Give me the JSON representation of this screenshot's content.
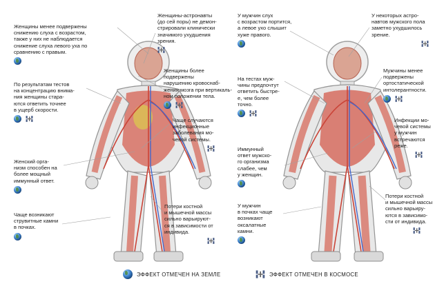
{
  "female_notes": {
    "hearing": "Женщины менее подвержены\nснижению слуха с возрастом,\nтакже у них не наблюдается\nснижение слуха левого уха по\nсравнению с правым.",
    "vision": "Женщины-астронавты\n(до сей поры) не демон-\nстрировали клинически\nзначимого ухудшения\nзрения.",
    "attention": "По результатам тестов\nна концентрацию внима-\nния женщины стара-\nются ответить точнее\nв ущерб скорости.",
    "blood_flow": "Женщины более подвержены\nнарушению кровоснаб-\nжения мозга при вертикаль-\nном положении тела.",
    "urinary": "Чаще случаются\nинфекционные\nзаболевания мо-\nчевой системы.",
    "immune": "Женский орга-\nнизм способен на\nболее мощный\nиммунный ответ.",
    "stones": "Чаще возникают\nструвитные камни\nв почках.",
    "bone": "Потери костной\nи мышечной массы\nсильно варьируют-\nся в зависимости от\nиндивида."
  },
  "male_notes": {
    "hearing": "У мужчин слух\nс возрастом портится,\nа левое ухо слышит\nхуже правого.",
    "vision": "У некоторых астро-\nнавтов мужского пола\nзаметно ухудшилось\nзрение.",
    "tests": "На тестах муж-\nчины предпочтут\nответить быстре-\nе, чем более\nточно.",
    "orthostatic": "Мужчины менее\nподвержены\nортостатической\nинтолерантности.",
    "infections": "Инфекции мо-\nчевой системы\nу мужчин\nвстречаются\nреже.",
    "immune": "Иммунный\nответ мужско-\nго организма\nслабее, чем\nу женщин.",
    "stones": "У мужчин\nв почках чаще\nвозникают\nоксалатные\nкамни.",
    "bone": "Потери костной\nи мышечной массы\nсильно варьиру-\nются в зависимо-\nсти от индивида."
  },
  "legend": {
    "earth": "ЭФФЕКТ ОТМЕЧЕН НА ЗЕМЛЕ",
    "space": "ЭФФЕКТ ОТМЕЧЕН В КОСМОСЕ"
  },
  "icons": {
    "earth": "earth-globe-icon",
    "space": "space-station-icon"
  },
  "colors": {
    "suit": "#d9d9d9",
    "muscle": "#d45a4a",
    "artery": "#c83a2e",
    "vein": "#3a5ec8",
    "line": "#9a9a9a"
  }
}
